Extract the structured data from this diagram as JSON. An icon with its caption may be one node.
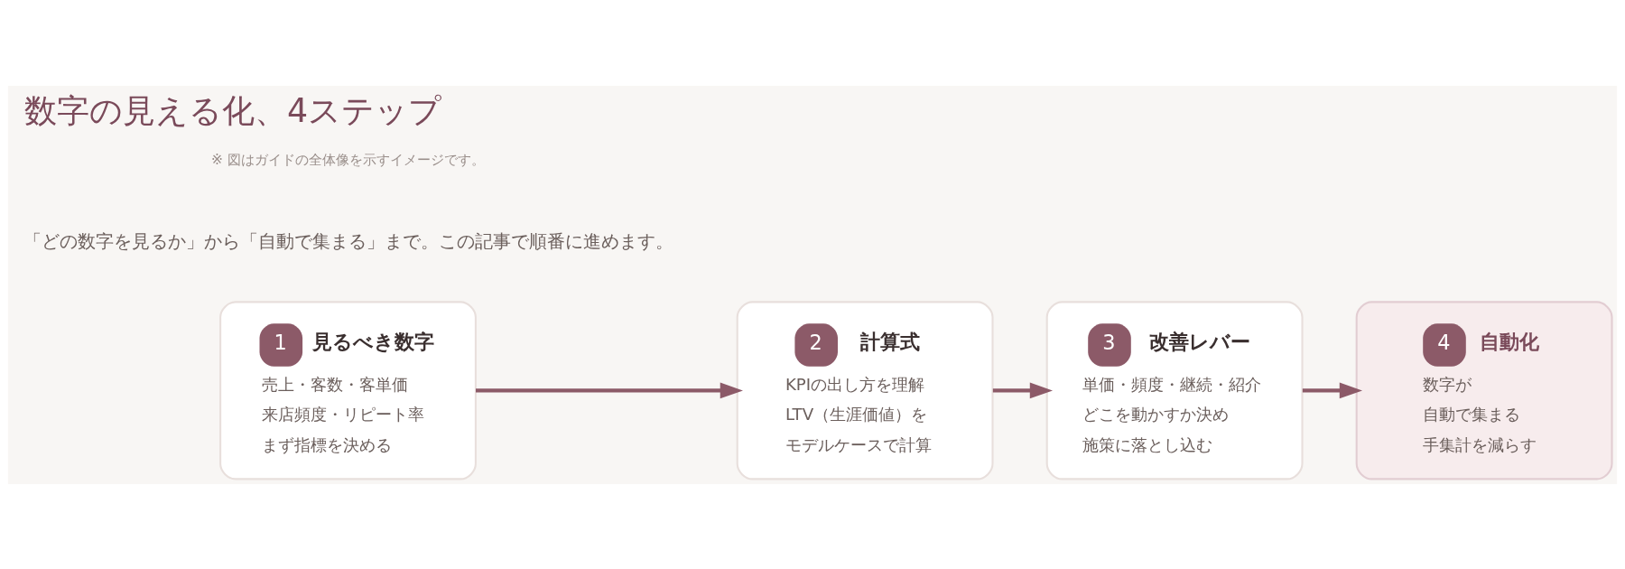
{
  "diagram": {
    "title": "数字の見える化、4ステップ",
    "nodes": [
      {
        "text": [
          "1",
          "見るべき数字",
          "売上・客数・客単価",
          "来店頻度・リピート率",
          "まず指標を決める"
        ]
      },
      {
        "text": [
          "2",
          "計算式",
          "KPIの出し方を理解",
          "LTV（生涯価値）を",
          "モデルケースで計算"
        ]
      },
      {
        "text": [
          "3",
          "改善レバー",
          "単価・頻度・継続・紹介",
          "どこを動かすか決め",
          "施策に落とし込む"
        ]
      },
      {
        "text": [
          "4",
          "自動化",
          "数字が",
          "自動で集まる",
          "手集計を減らす"
        ]
      }
    ],
    "edges": [
      {
        "from": 0,
        "to": 1,
        "arrow": "to"
      },
      {
        "from": 1,
        "to": 2,
        "arrow": "to"
      },
      {
        "from": 2,
        "to": 3,
        "arrow": "to"
      }
    ],
    "labels": [
      "「どの数字を見るか」から「自動で集まる」まで。この記事で順番に進めます。",
      "※ 図はガイドの全体像を示すイメージです。"
    ]
  }
}
